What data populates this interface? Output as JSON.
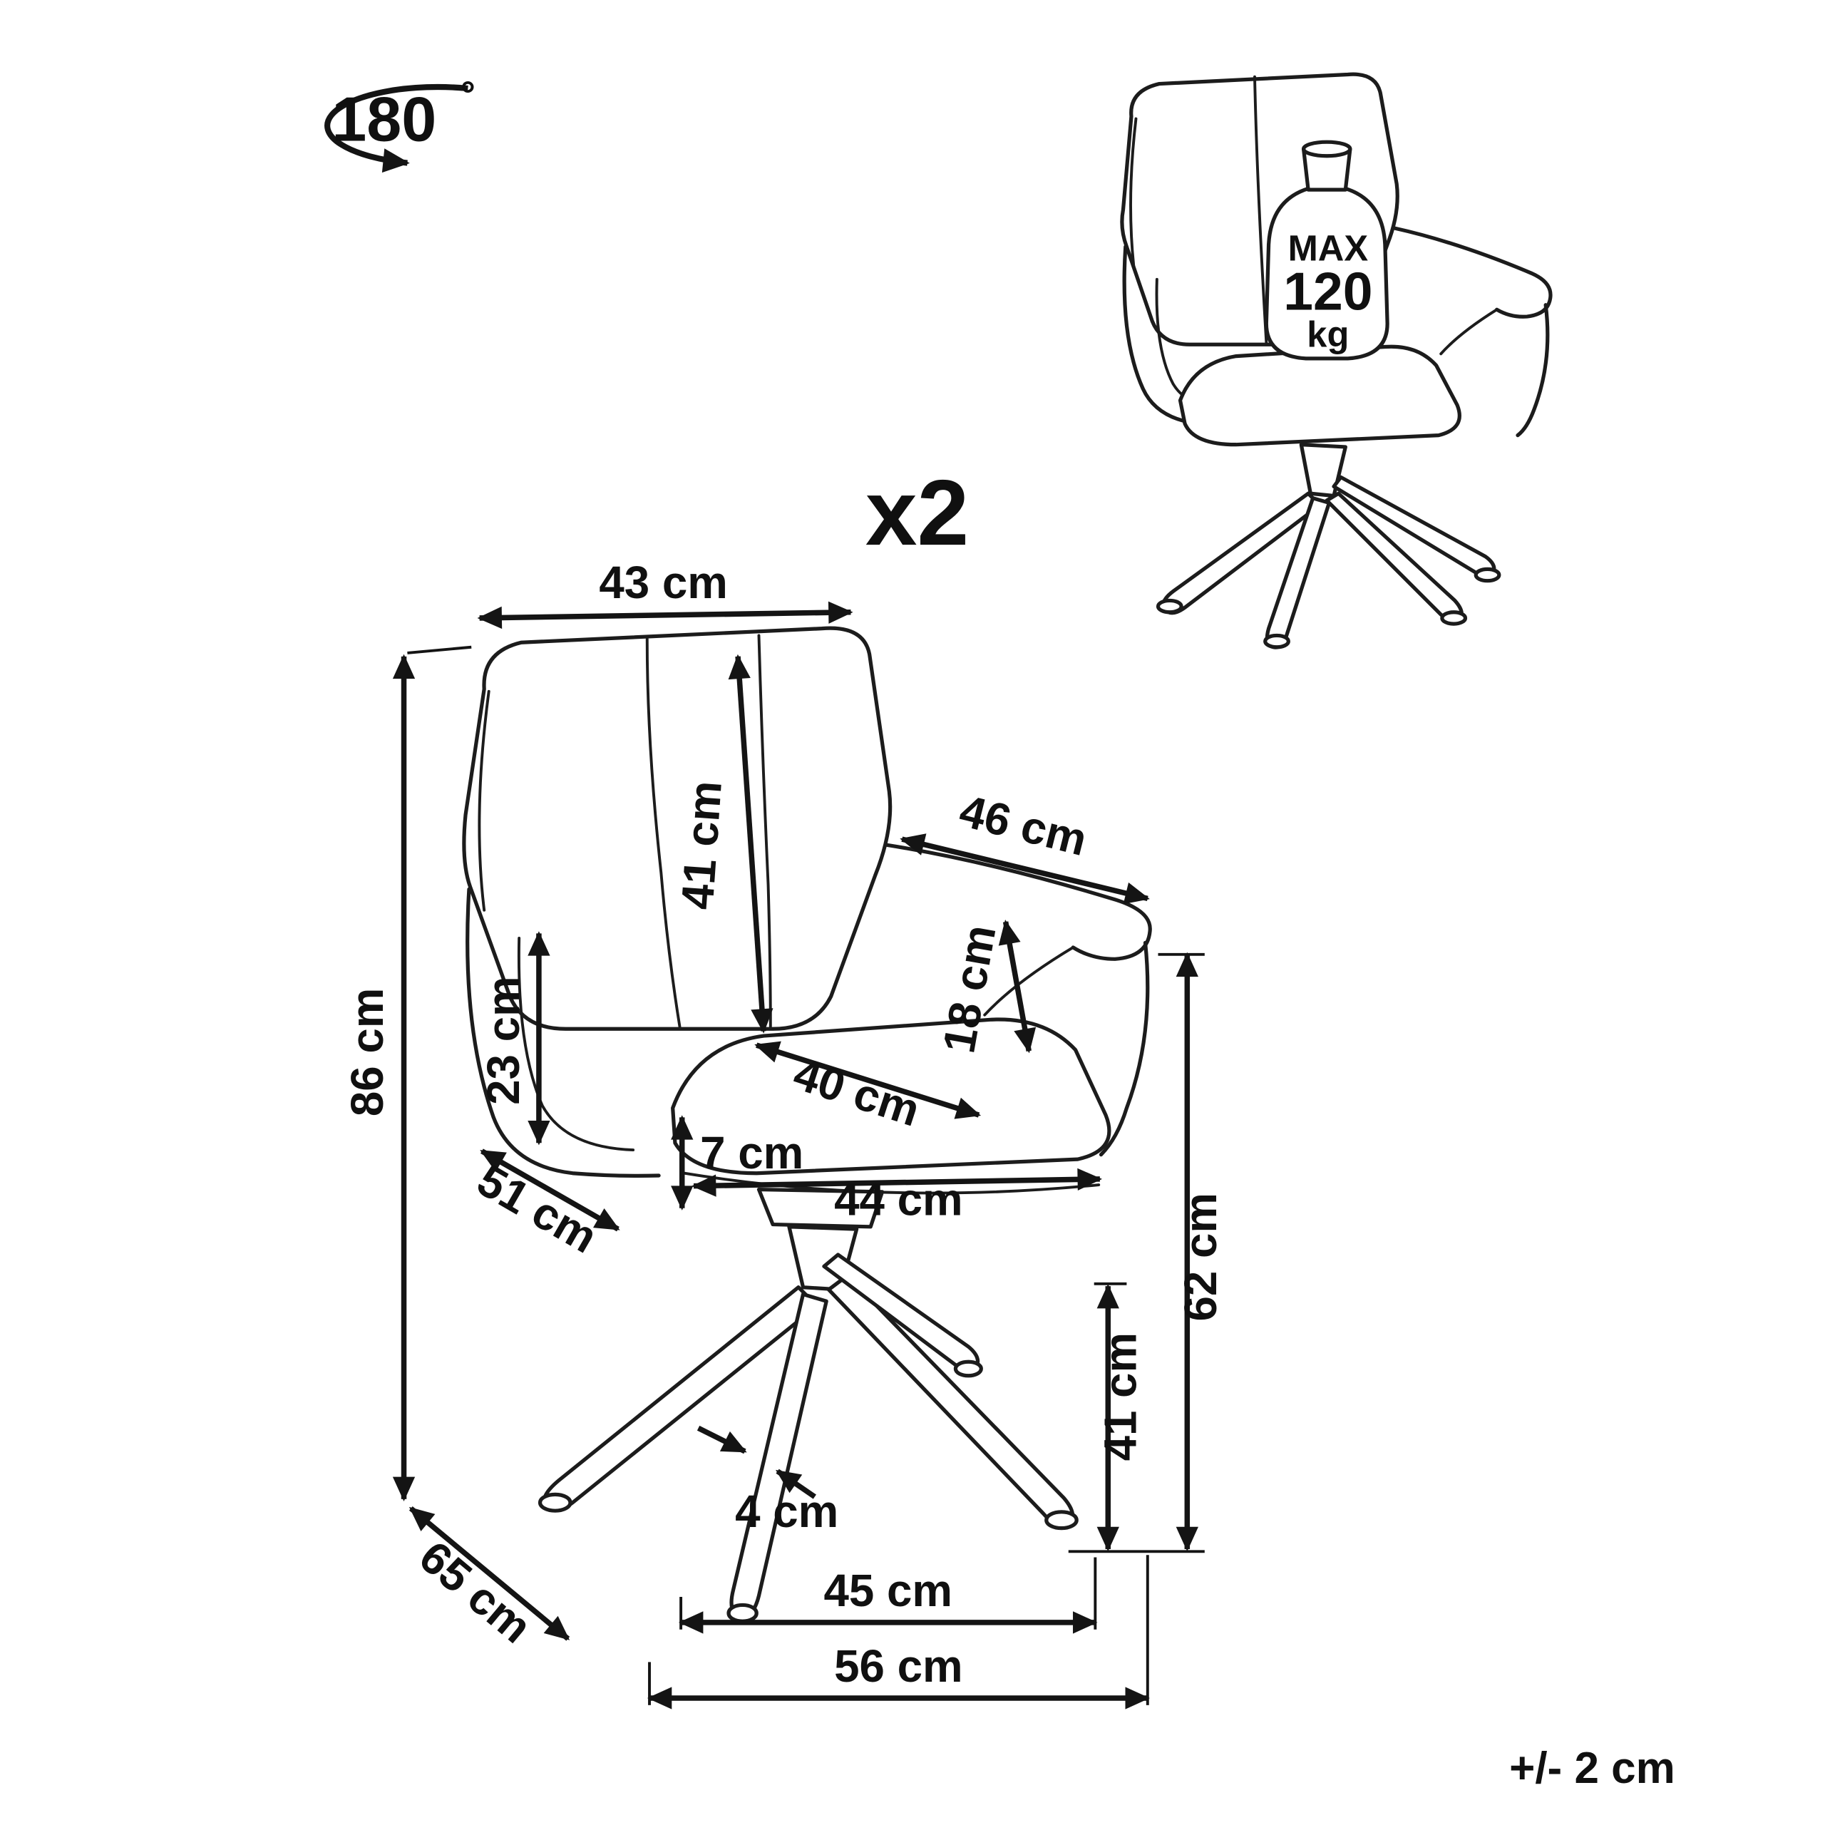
{
  "meta": {
    "quantity": "x2",
    "tolerance": "+/- 2 cm"
  },
  "rotation_badge": {
    "value": "180",
    "unit": "°"
  },
  "max_load_badge": {
    "line1": "MAX",
    "line2": "120",
    "line3": "kg"
  },
  "dimensions": {
    "backrest_width": "43 cm",
    "backrest_height": "41 cm",
    "armrest_length": "46 cm",
    "armrest_height": "18 cm",
    "arm_to_seat_height": "23 cm",
    "seat_depth": "40 cm",
    "seat_thickness": "7 cm",
    "seat_width": "44 cm",
    "side_depth": "51 cm",
    "total_height": "86 cm",
    "total_depth": "65 cm",
    "floor_to_seat": "41 cm",
    "floor_to_armrest": "62 cm",
    "leg_width": "4 cm",
    "base_span_inner": "45 cm",
    "base_span_outer": "56 cm"
  }
}
